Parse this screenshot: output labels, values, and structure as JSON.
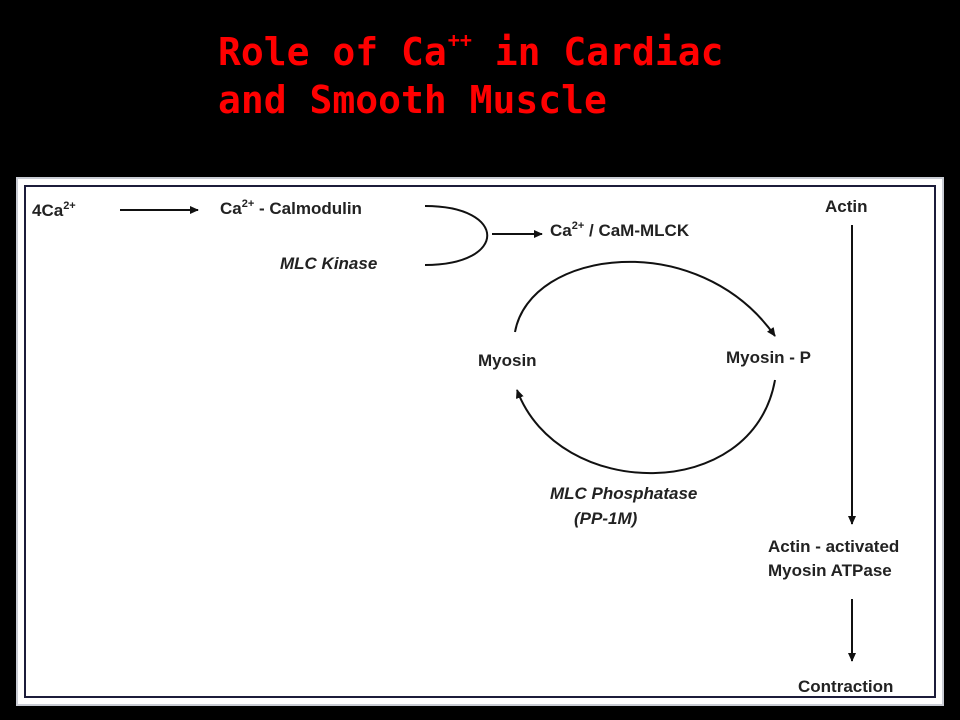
{
  "slide": {
    "title_line1_pre": "Role of Ca",
    "title_line1_sup": "++",
    "title_line1_post": " in Cardiac",
    "title_line2": "and Smooth Muscle",
    "title_color": "#ff0000",
    "background": "#000000"
  },
  "diagram": {
    "ca4": {
      "base": "4Ca",
      "sup": "2+"
    },
    "ca_calmodulin": {
      "base": "Ca",
      "sup": "2+",
      "rest": " - Calmodulin"
    },
    "mlc_kinase": "MLC Kinase",
    "ca_cam_mlck": {
      "base": "Ca",
      "sup": "2+",
      "rest": " / CaM-MLCK"
    },
    "myosin": "Myosin",
    "myosin_p": "Myosin - P",
    "mlc_phosphatase_line1": "MLC Phosphatase",
    "mlc_phosphatase_line2": "(PP-1M)",
    "actin": "Actin",
    "actin_activated_line1": "Actin - activated",
    "actin_activated_line2": "Myosin ATPase",
    "contraction": "Contraction"
  }
}
